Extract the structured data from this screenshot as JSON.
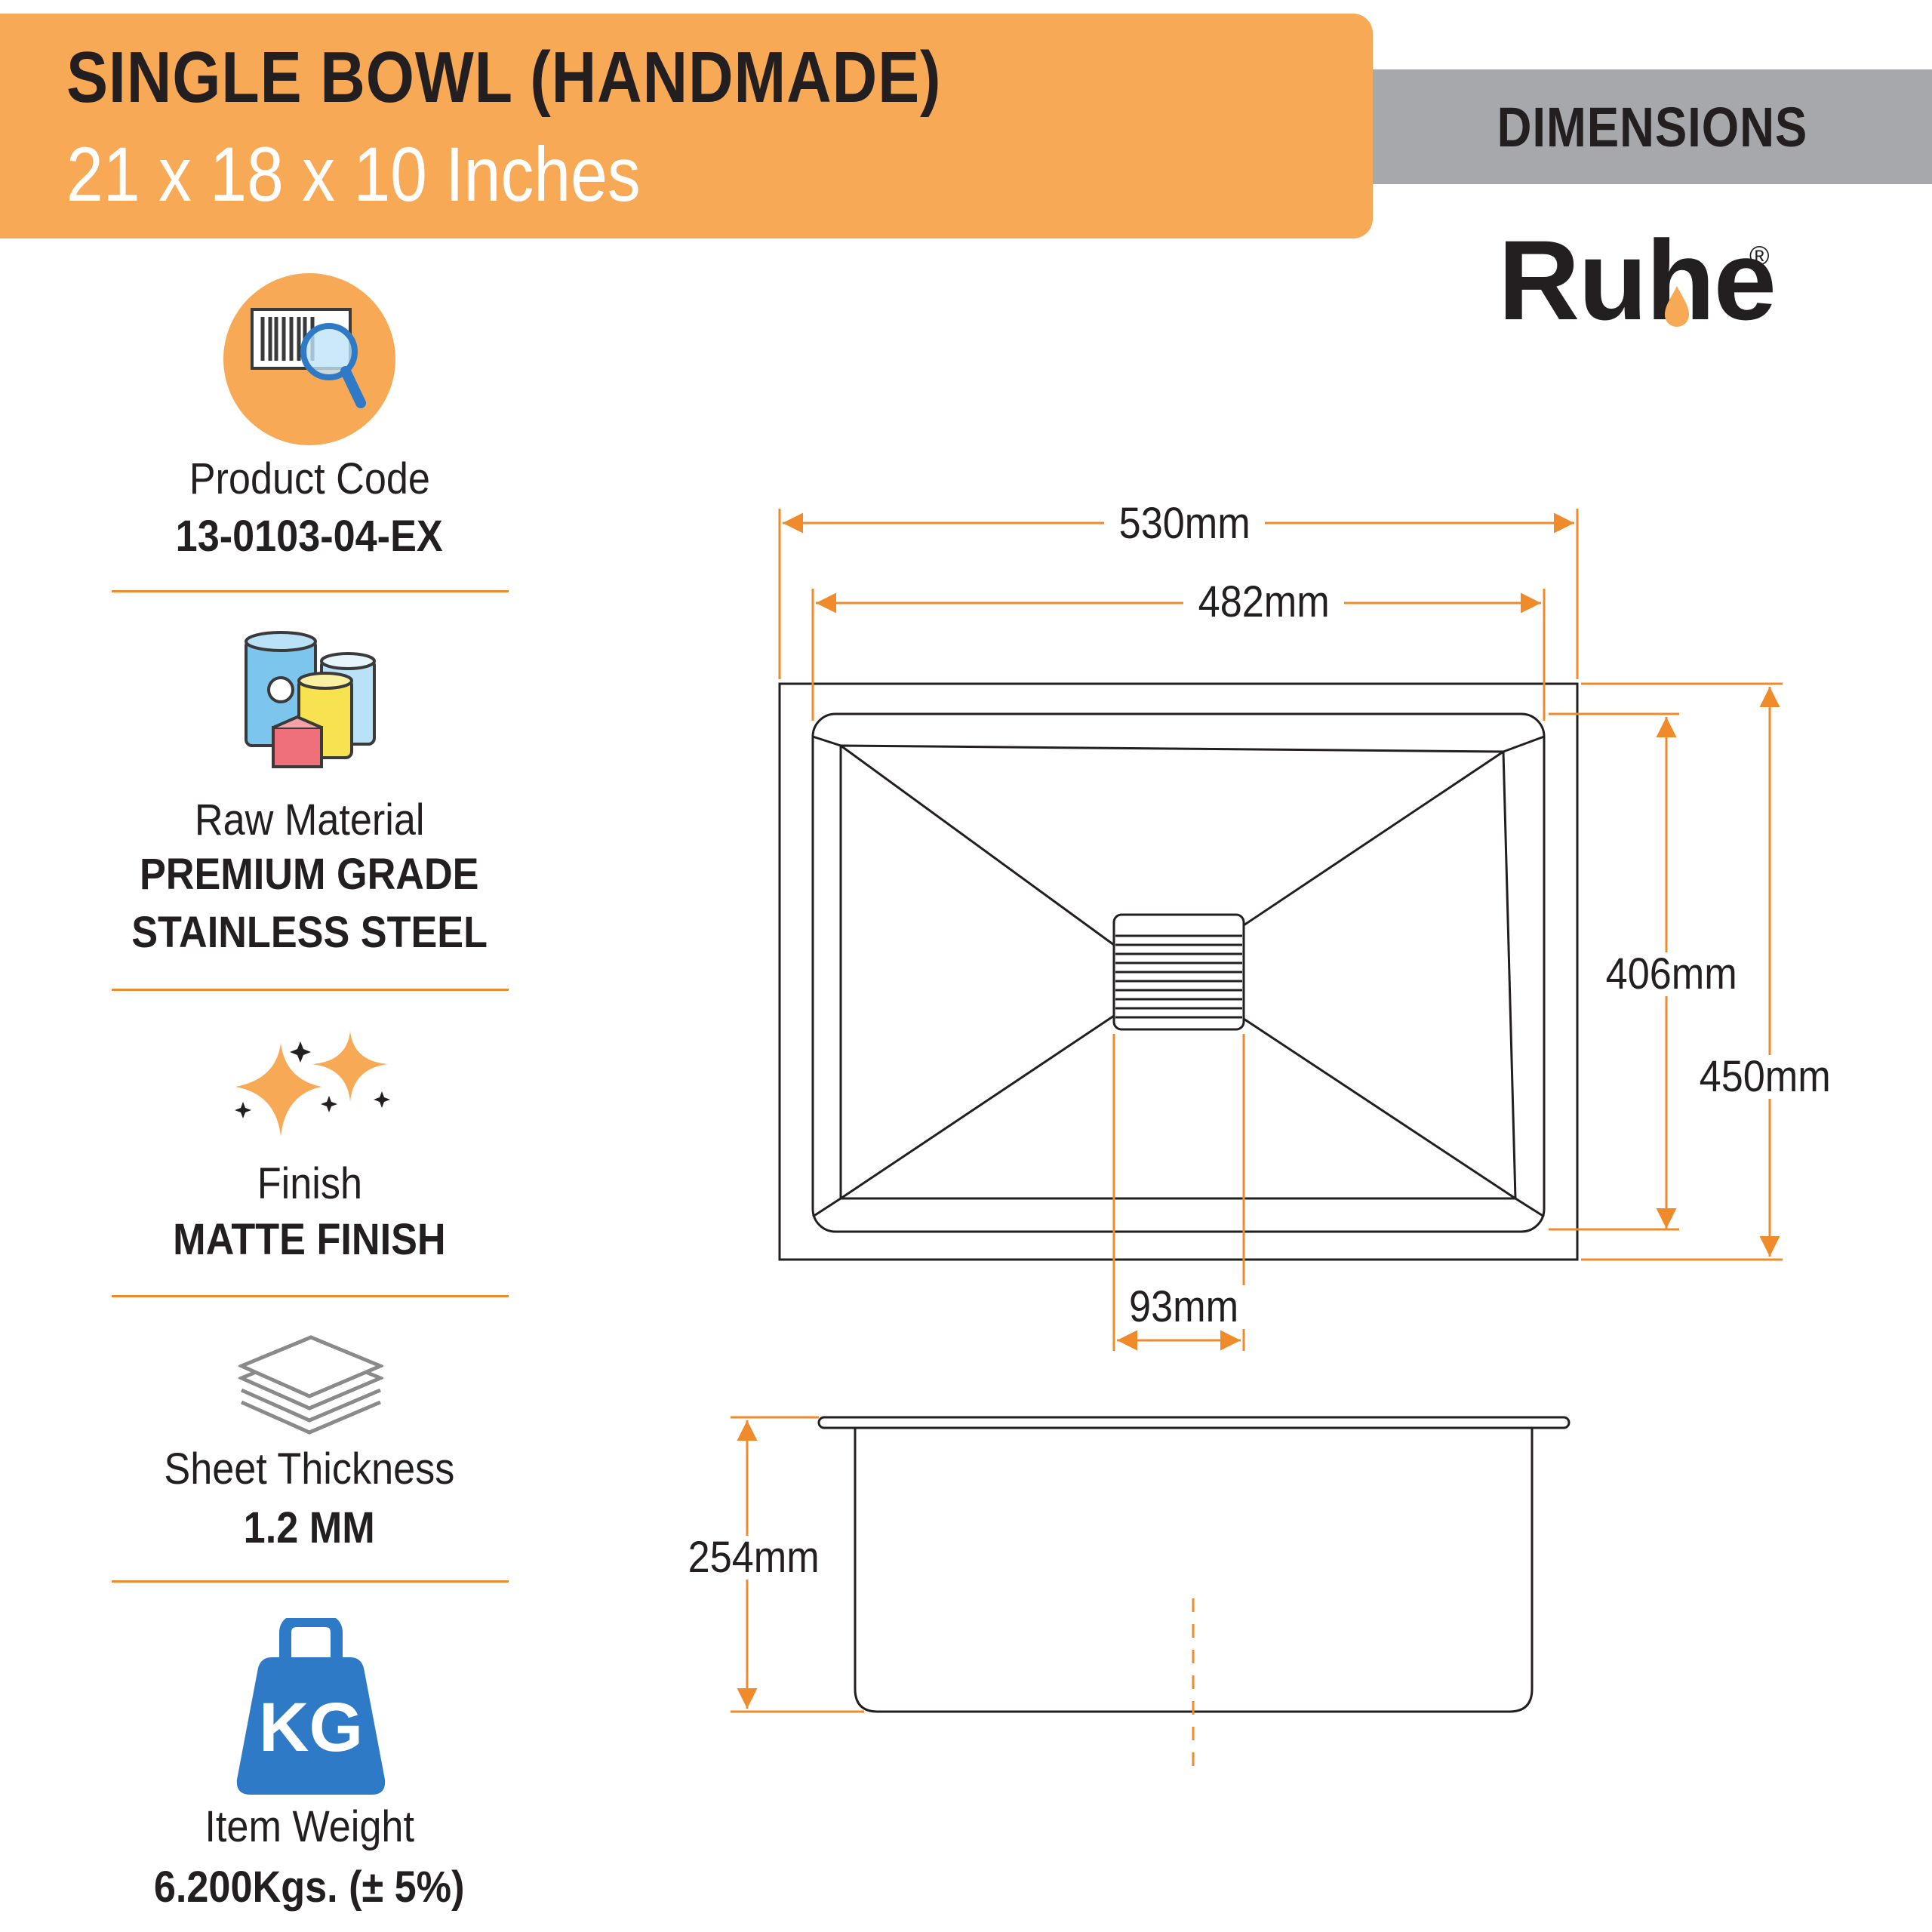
{
  "header": {
    "title": "SINGLE BOWL (HANDMADE)",
    "subtitle": "21 x 18 x 10 Inches",
    "section_label": "DIMENSIONS",
    "brand": "Ruhe",
    "brand_mark": "®"
  },
  "features": [
    {
      "icon": "barcode-magnifier-icon",
      "label": "Product Code",
      "value": "13-0103-04-EX"
    },
    {
      "icon": "raw-material-containers-icon",
      "label": "Raw Material",
      "value": "PREMIUM GRADE",
      "value2": "STAINLESS STEEL"
    },
    {
      "icon": "sparkles-icon",
      "label": "Finish",
      "value": "MATTE FINISH"
    },
    {
      "icon": "stacked-sheets-icon",
      "label": "Sheet Thickness",
      "value": "1.2 MM"
    },
    {
      "icon": "kg-weight-icon",
      "label": "Item Weight",
      "value": "6.200Kgs. (± 5%)",
      "icon_text": "KG"
    }
  ],
  "dimensions": {
    "outer_width": "530mm",
    "inner_width": "482mm",
    "inner_depth": "406mm",
    "outer_depth": "450mm",
    "drain_width": "93mm",
    "bowl_height": "254mm"
  },
  "colors": {
    "accent": "#f7a955",
    "dimension_line": "#f08b2c",
    "label_bar": "#a7a8ac",
    "text": "#231f20",
    "icon_blue": "#2f7ac6"
  }
}
